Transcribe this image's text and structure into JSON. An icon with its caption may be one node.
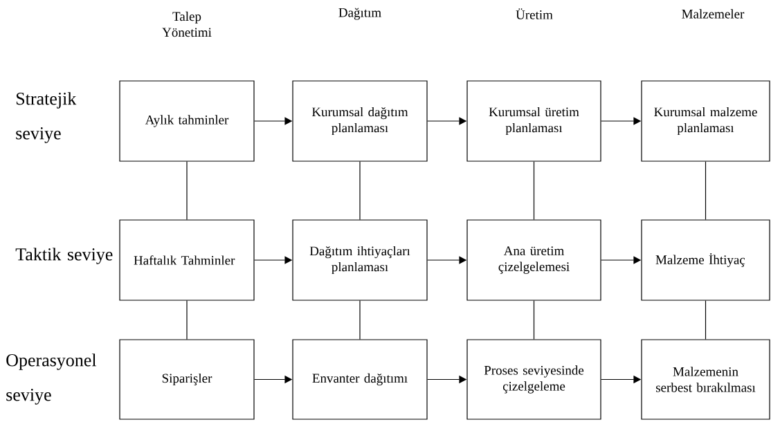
{
  "diagram": {
    "nodes": [
      {
        "text": [
          "Aylık tahminler"
        ]
      },
      {
        "text": [
          "Kurumsal dağıtım planlaması"
        ]
      },
      {
        "text": [
          "Kurumsal üretim planlaması"
        ]
      },
      {
        "text": [
          "Kurumsal malzeme planlaması"
        ]
      },
      {
        "text": [
          "Haftalık Tahminler"
        ]
      },
      {
        "text": [
          "Dağıtım ihtiyaçları planlaması"
        ]
      },
      {
        "text": [
          "Ana üretim çizelgelemesi"
        ]
      },
      {
        "text": [
          "Malzeme İhtiyaç"
        ]
      },
      {
        "text": [
          "Siparişler"
        ]
      },
      {
        "text": [
          "Envanter dağıtımı"
        ]
      },
      {
        "text": [
          "Proses seviyesinde çizelgeleme"
        ]
      },
      {
        "text": [
          "Malzemenin serbest bırakılması"
        ]
      }
    ],
    "edges": [
      {
        "from": 0,
        "to": 1,
        "arrow": "to"
      },
      {
        "from": 1,
        "to": 2,
        "arrow": "to"
      },
      {
        "from": 2,
        "to": 3,
        "arrow": "to"
      },
      {
        "from": 4,
        "to": 5,
        "arrow": "to"
      },
      {
        "from": 5,
        "to": 6,
        "arrow": "to"
      },
      {
        "from": 6,
        "to": 7,
        "arrow": "to"
      },
      {
        "from": 8,
        "to": 9,
        "arrow": "to"
      },
      {
        "from": 9,
        "to": 10,
        "arrow": "to"
      },
      {
        "from": 10,
        "to": 11,
        "arrow": "to"
      },
      {
        "from": 0,
        "to": 4,
        "arrow": "none"
      },
      {
        "from": 1,
        "to": 5,
        "arrow": "none"
      },
      {
        "from": 2,
        "to": 6,
        "arrow": "none"
      },
      {
        "from": 3,
        "to": 7,
        "arrow": "none"
      },
      {
        "from": 4,
        "to": 8,
        "arrow": "none"
      },
      {
        "from": 5,
        "to": 9,
        "arrow": "none"
      },
      {
        "from": 6,
        "to": 10,
        "arrow": "none"
      },
      {
        "from": 7,
        "to": 11,
        "arrow": "none"
      }
    ],
    "labels": [
      "Talep Yönetimi",
      "Dağıtım",
      "Üretim",
      "Malzemeler",
      "Stratejik seviye",
      "Taktik seviye",
      "Operasyonel seviye"
    ]
  }
}
